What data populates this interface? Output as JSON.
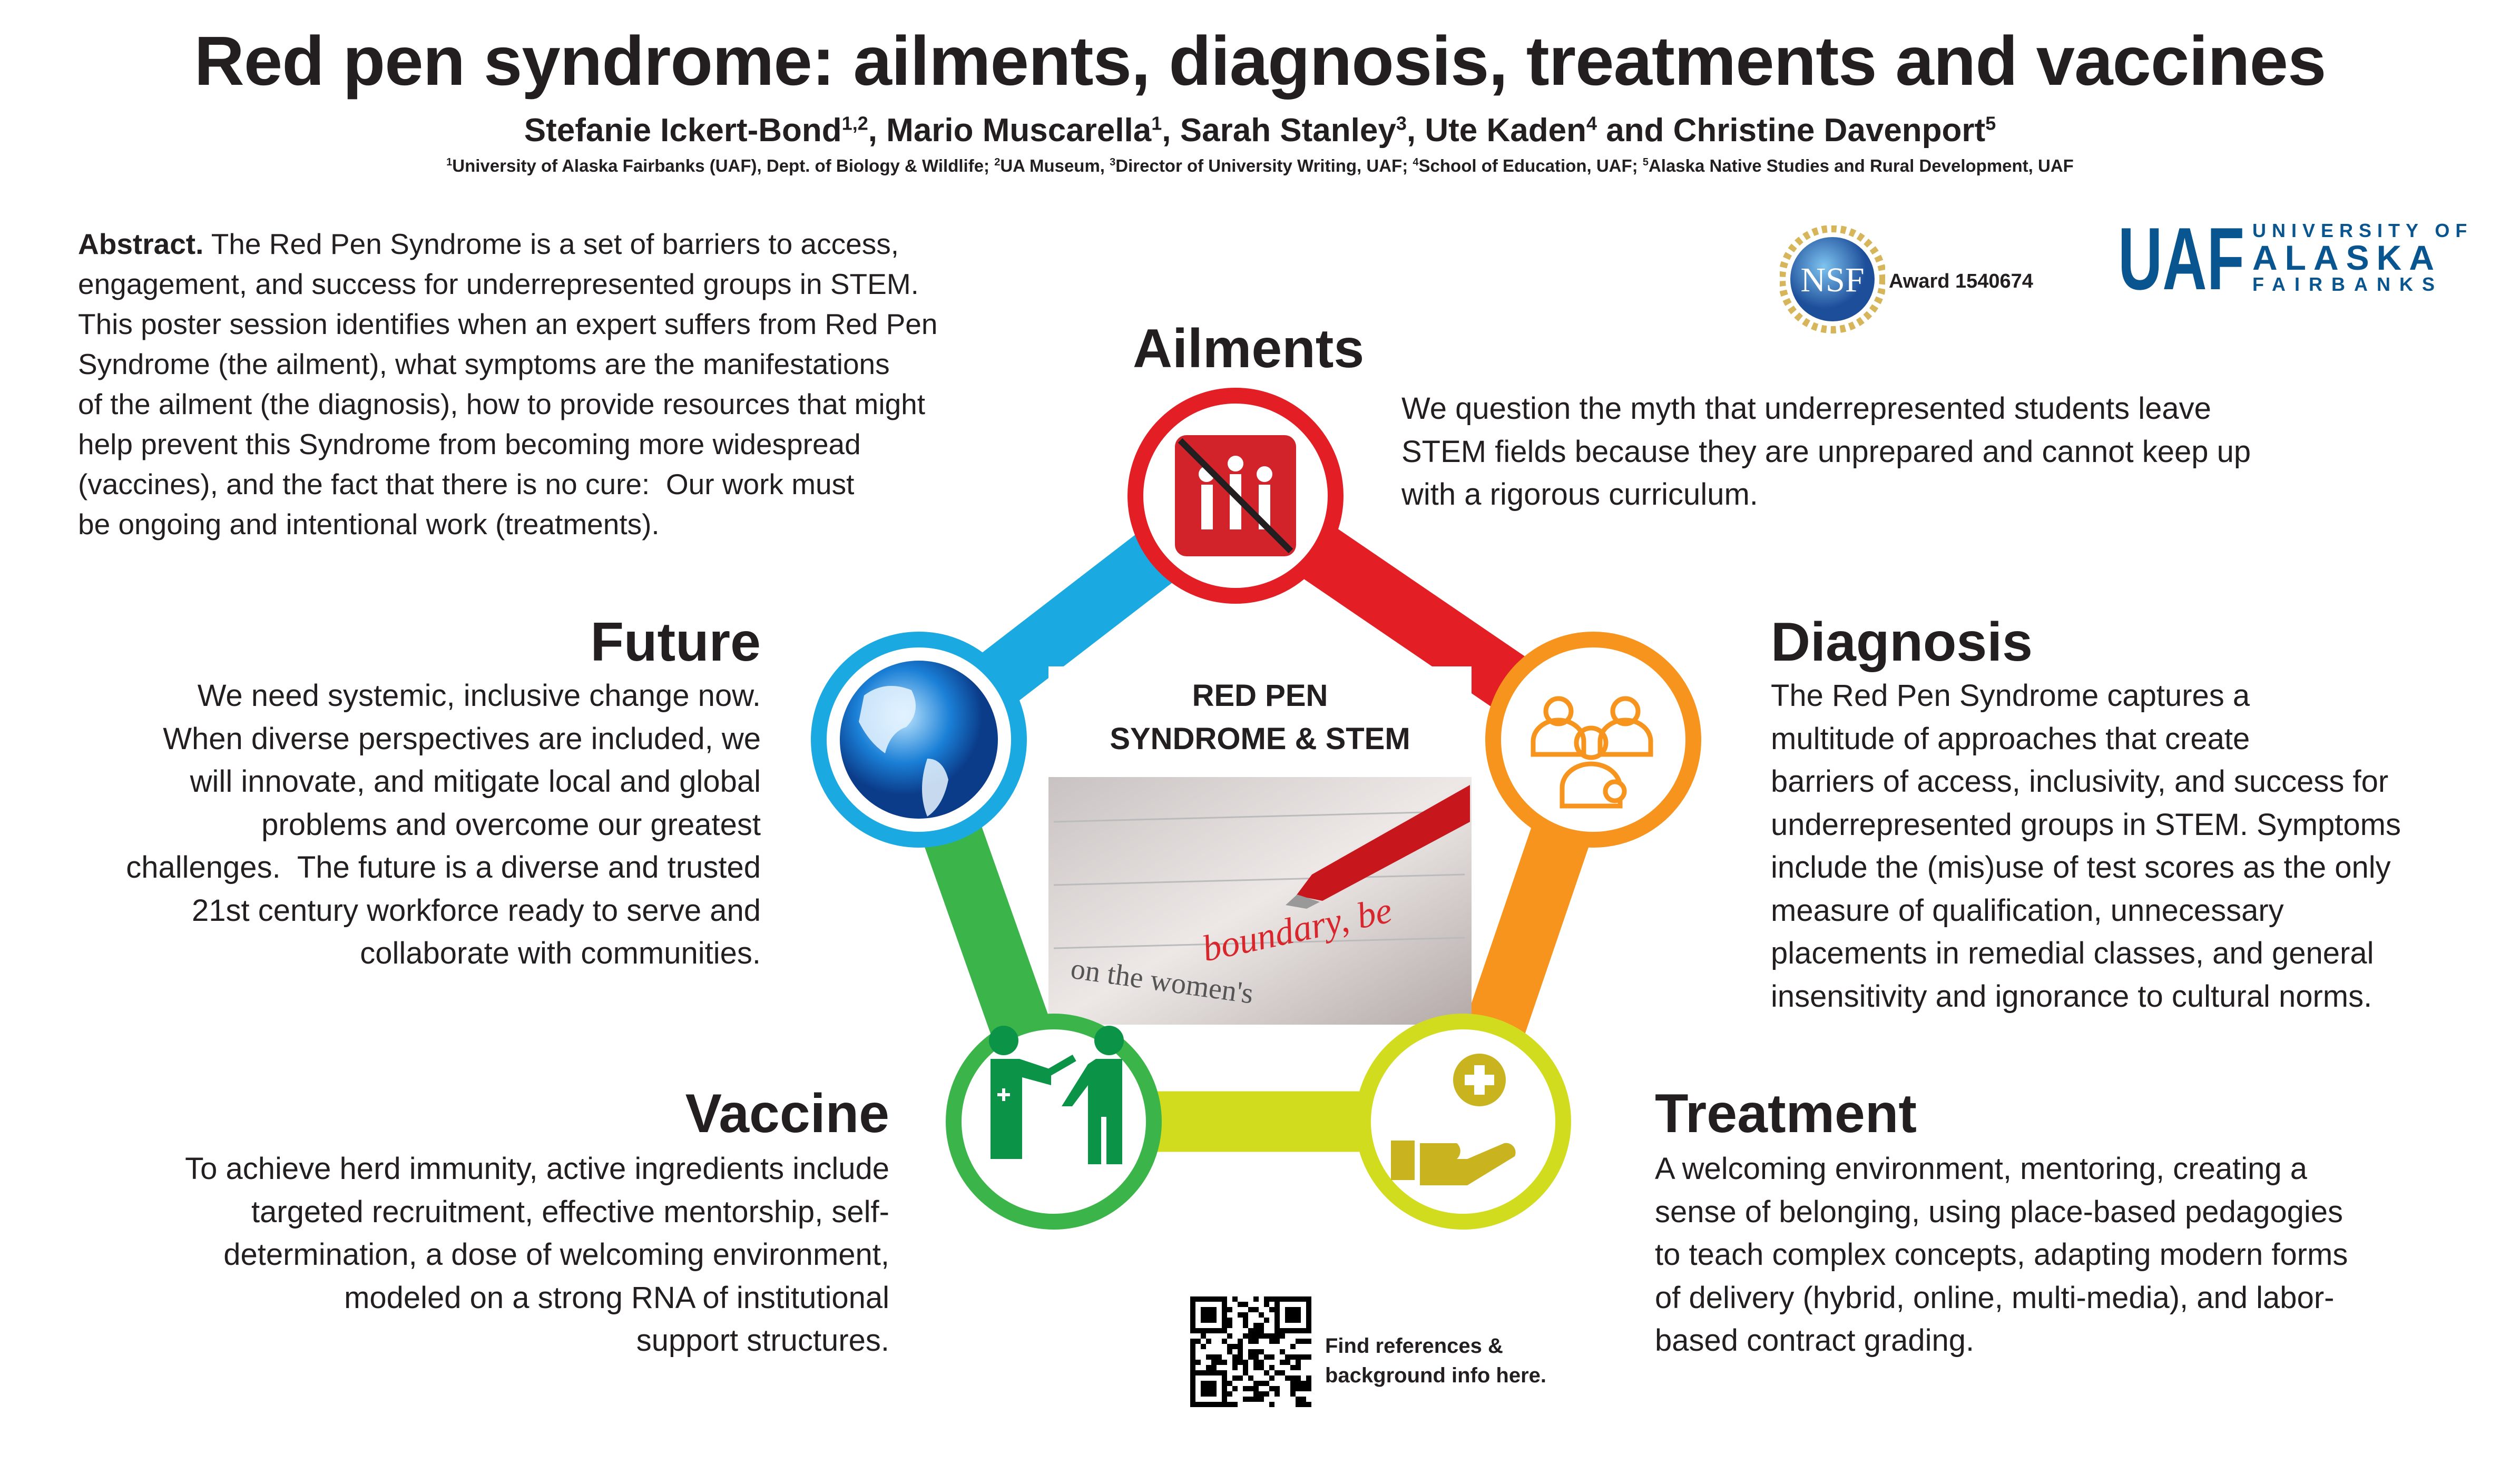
{
  "title": "Red pen syndrome: ailments, diagnosis, treatments and vaccines",
  "authors": [
    {
      "name": "Stefanie Ickert-Bond",
      "sup": "1,2",
      "sep": ", "
    },
    {
      "name": "Mario Muscarella",
      "sup": "1",
      "sep": ", "
    },
    {
      "name": "Sarah Stanley",
      "sup": "3",
      "sep": ", "
    },
    {
      "name": "Ute Kaden",
      "sup": "4",
      "sep": " and "
    },
    {
      "name": "Christine Davenport",
      "sup": "5",
      "sep": ""
    }
  ],
  "affiliations": [
    {
      "sup": "1",
      "text": "University of Alaska Fairbanks (UAF), Dept. of Biology & Wildlife; "
    },
    {
      "sup": "2",
      "text": "UA Museum, "
    },
    {
      "sup": "3",
      "text": "Director of University Writing, UAF; "
    },
    {
      "sup": "4",
      "text": "School of Education, UAF; "
    },
    {
      "sup": "5",
      "text": "Alaska Native Studies and Rural Development, UAF"
    }
  ],
  "abstract": {
    "label": "Abstract.",
    "lines": [
      " The Red Pen Syndrome is a set of barriers to access,",
      "engagement, and success for underrepresented groups in STEM.",
      "This poster session identifies when an expert suffers from Red Pen",
      "Syndrome (the ailment), what symptoms are the manifestations",
      "of the ailment (the diagnosis), how to provide resources that might",
      "help prevent this Syndrome from becoming more widespread",
      "(vaccines), and the fact that there is no cure:  Our work must",
      "be ongoing and intentional work (treatments)."
    ]
  },
  "logos": {
    "nsf": "NSF",
    "award": "Award 1540674",
    "uaf": "UAF",
    "uaf_line1": "UNIVERSITY OF",
    "uaf_line2": "ALASKA",
    "uaf_line3": "FAIRBANKS"
  },
  "center": {
    "line1": "RED PEN",
    "line2": "SYNDROME & STEM"
  },
  "sections": {
    "ailments": {
      "heading": "Ailments",
      "lines": [
        "We question the myth that underrepresented students leave",
        "STEM fields because they are unprepared and cannot keep up",
        "with a rigorous curriculum."
      ]
    },
    "future": {
      "heading": "Future",
      "lines": [
        "We need systemic, inclusive change now.",
        "When diverse perspectives are included, we",
        "will innovate, and mitigate local and global",
        "problems and overcome our greatest",
        "challenges.  The future is a diverse and trusted",
        "21st century workforce ready to serve and",
        "collaborate with communities."
      ]
    },
    "diagnosis": {
      "heading": "Diagnosis",
      "lines": [
        "The Red Pen Syndrome captures a",
        "multitude of approaches that create",
        "barriers of access, inclusivity, and success for",
        "underrepresented groups in STEM. Symptoms",
        "include the (mis)use of test scores as the only",
        "measure of qualification, unnecessary",
        "placements in remedial classes, and general",
        "insensitivity and ignorance to cultural norms."
      ]
    },
    "vaccine": {
      "heading": "Vaccine",
      "lines": [
        "To achieve herd immunity, active ingredients include",
        "targeted recruitment, effective mentorship, self-",
        "determination, a dose of welcoming environment,",
        "modeled on a strong RNA of institutional",
        "support structures."
      ]
    },
    "treatment": {
      "heading": "Treatment",
      "lines": [
        "A welcoming environment, mentoring, creating a",
        "sense of belonging, using place-based pedagogies",
        "to teach complex concepts, adapting modern forms",
        "of delivery (hybrid, online, multi-media), and labor-",
        "based contract grading."
      ]
    }
  },
  "qr": {
    "line1": "Find references &",
    "line2": "background info here."
  },
  "photo_text": {
    "word1": "boundary, be",
    "word2": "on the women's"
  },
  "colors": {
    "red": "#e31e24",
    "orange": "#f7941d",
    "yellowgreen": "#d2dc1f",
    "green": "#3bb54a",
    "blue": "#1ba9e1",
    "uaf_blue": "#08558f"
  }
}
